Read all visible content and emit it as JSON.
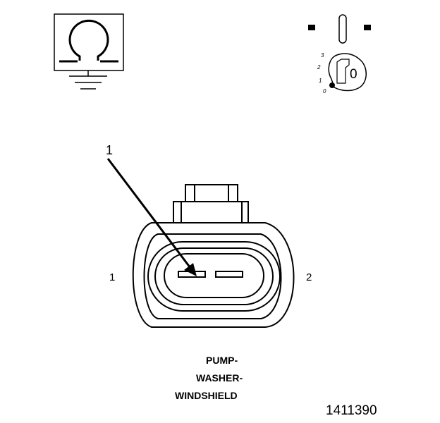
{
  "meter": {
    "symbol": "ohm-symbol",
    "ground": "ground-icon"
  },
  "ignition": {
    "positions": [
      "3",
      "2",
      "1",
      "0"
    ],
    "key_label": "0",
    "icon": "ignition-key-icon"
  },
  "callout": {
    "number": "1"
  },
  "connector": {
    "pin_left_label": "1",
    "pin_right_label": "2",
    "icon": "connector-icon"
  },
  "component": {
    "lines": [
      "PUMP-",
      "WASHER-",
      "WINDSHIELD"
    ]
  },
  "figure_number": "1411390"
}
